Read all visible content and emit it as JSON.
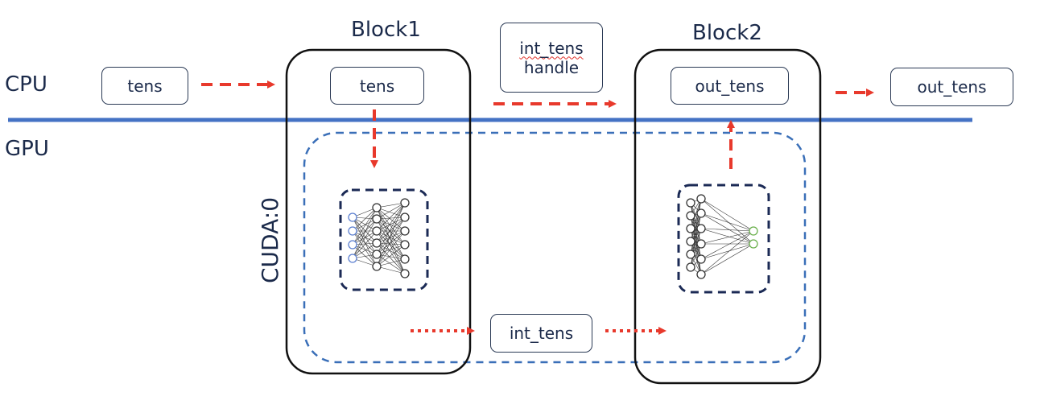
{
  "labels": {
    "cpu": "CPU",
    "gpu": "GPU",
    "cuda": "CUDA:0",
    "block1": "Block1",
    "block2": "Block2"
  },
  "boxes": {
    "tens_cpu": "tens",
    "tens_block1": "tens",
    "int_tens_handle_line1": "int_tens",
    "int_tens_handle_line2": "handle",
    "out_tens_block2": "out_tens",
    "out_tens_cpu": "out_tens",
    "int_tens_gpu": "int_tens"
  },
  "colors": {
    "bus_line": "#4472c4",
    "arrow": "#e8392c",
    "cuda_border": "#3a6fb8",
    "block_border": "#111111",
    "nn_border": "#1b2a55",
    "input_node": "#5b7fd0",
    "output_node": "#6ab04c"
  }
}
